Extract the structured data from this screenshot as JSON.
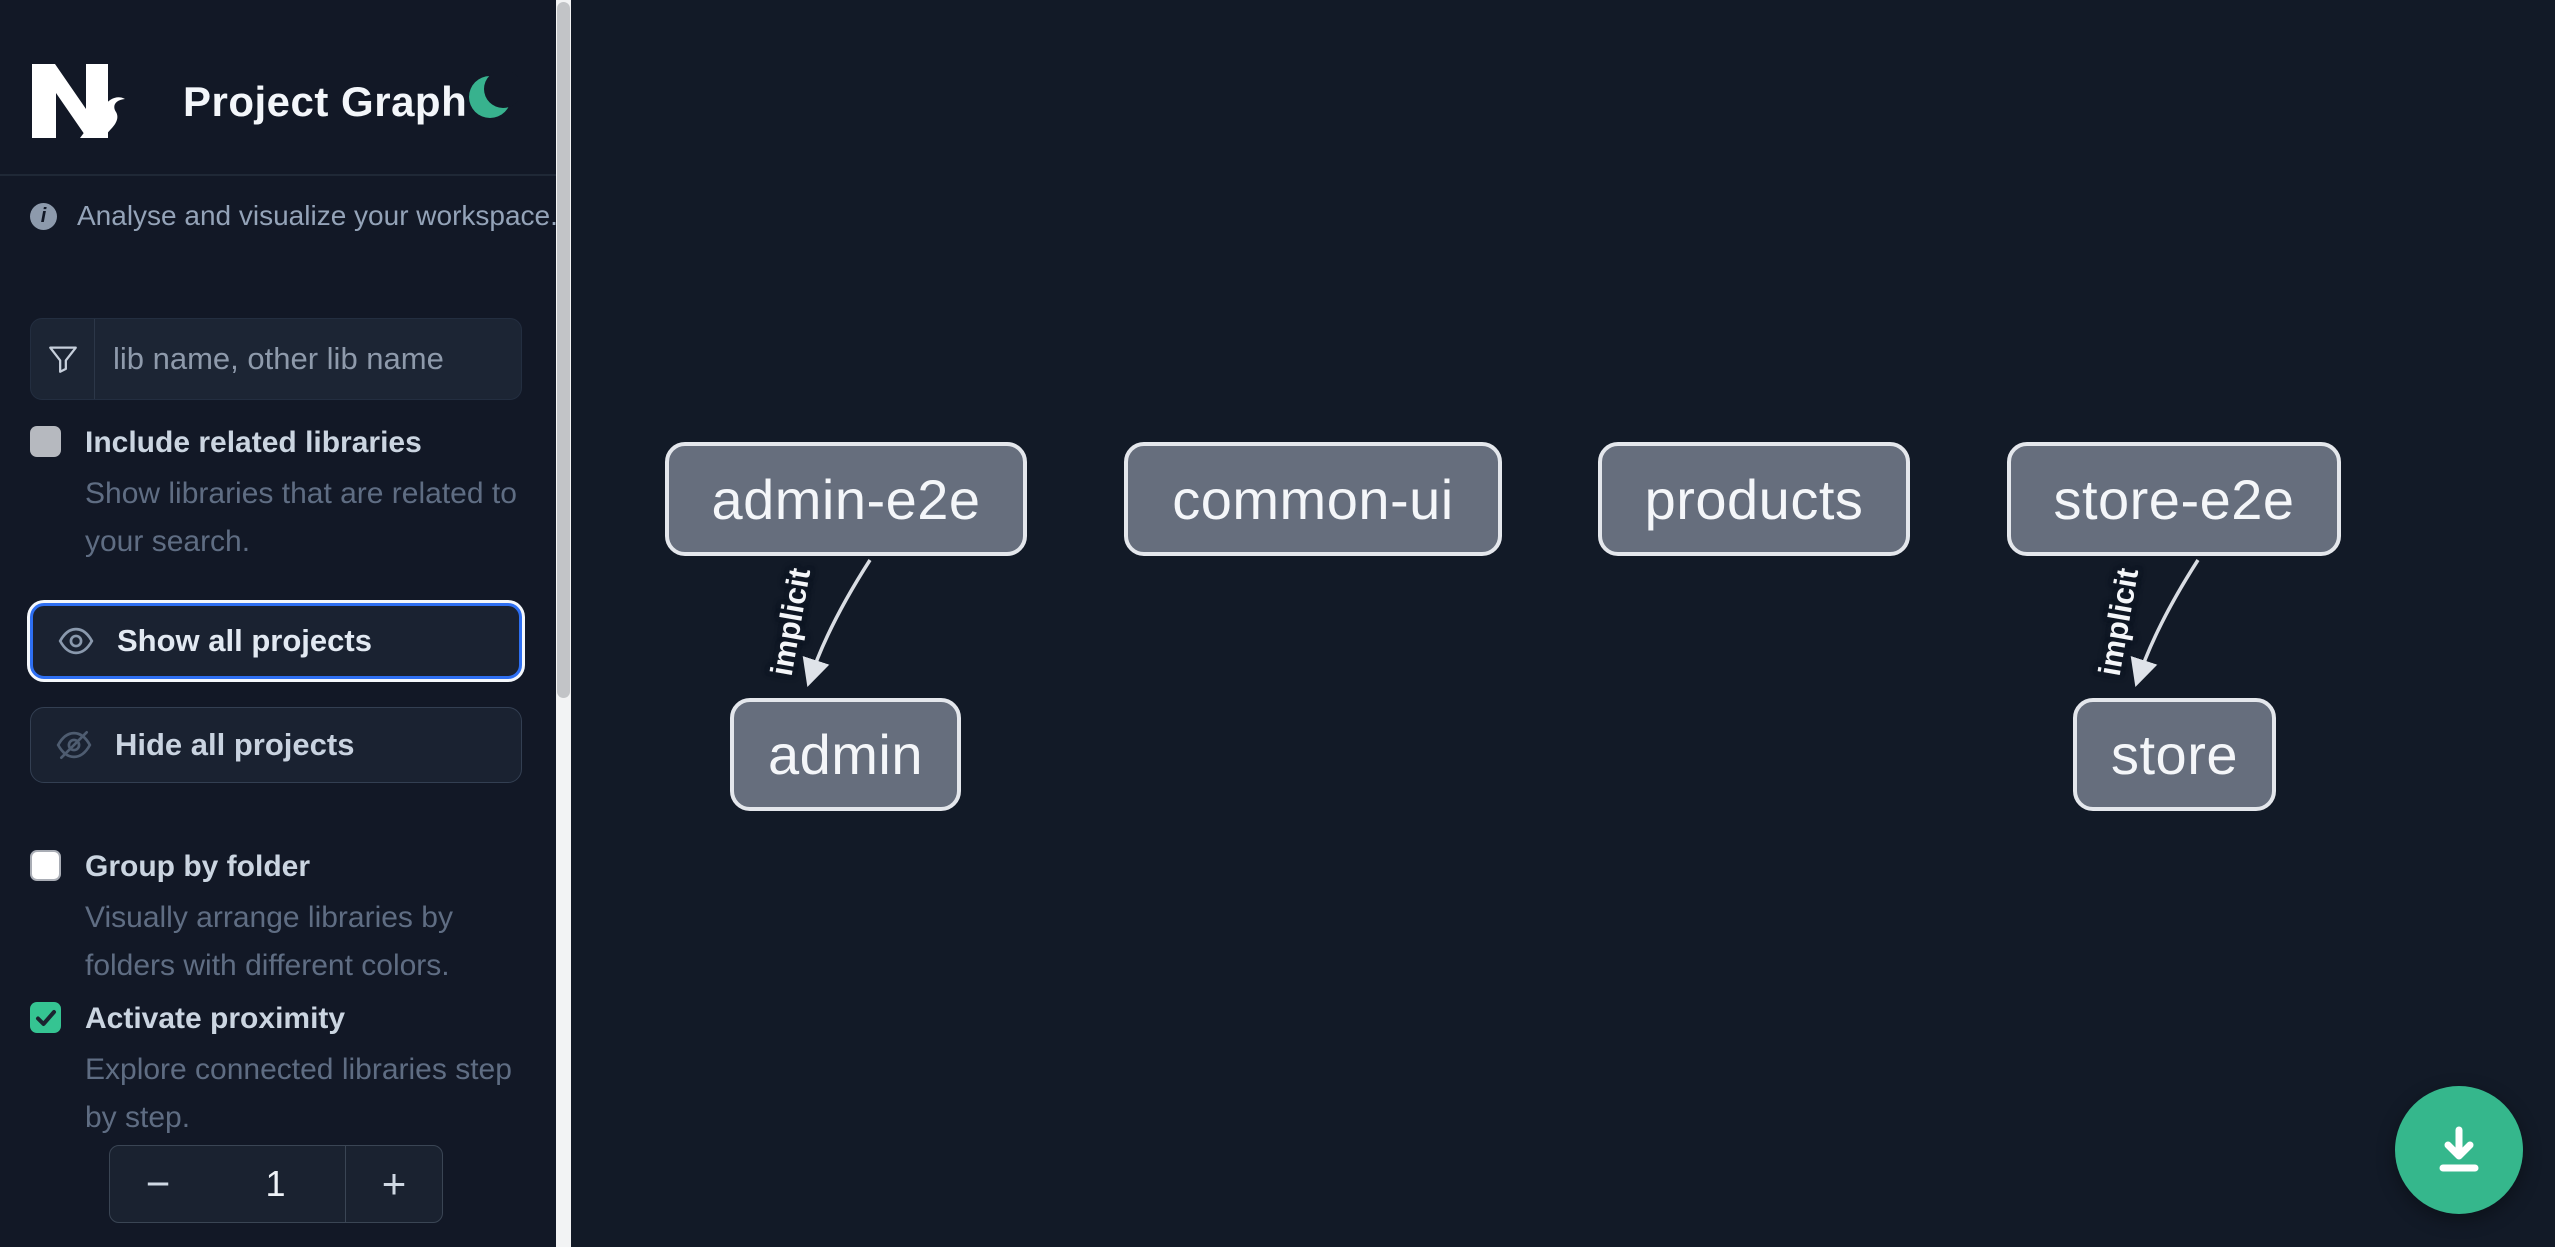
{
  "header": {
    "title": "Project Graph",
    "logo": "nx-logo",
    "theme_toggle_icon": "moon-icon"
  },
  "sidebar": {
    "tagline": "Analyse and visualize your workspace.",
    "search": {
      "icon": "filter-icon",
      "placeholder": "lib name, other lib name",
      "value": ""
    },
    "include_related": {
      "label": "Include related libraries",
      "description": "Show libraries that are related to your search.",
      "checked": false
    },
    "show_all": {
      "label": "Show all projects",
      "icon": "eye-icon"
    },
    "hide_all": {
      "label": "Hide all projects",
      "icon": "eye-off-icon"
    },
    "group_by_folder": {
      "label": "Group by folder",
      "description": "Visually arrange libraries by folders with different colors.",
      "checked": false
    },
    "activate_proximity": {
      "label": "Activate proximity",
      "description": "Explore connected libraries step by step.",
      "checked": true
    },
    "proximity_stepper": {
      "decrement_label": "−",
      "value": "1",
      "increment_label": "+"
    }
  },
  "graph": {
    "nodes": [
      {
        "label": "admin-e2e"
      },
      {
        "label": "common-ui"
      },
      {
        "label": "products"
      },
      {
        "label": "store-e2e"
      },
      {
        "label": "admin"
      },
      {
        "label": "store"
      }
    ],
    "edges": [
      {
        "from": "admin-e2e",
        "to": "admin",
        "label": "implicit"
      },
      {
        "from": "store-e2e",
        "to": "store",
        "label": "implicit"
      }
    ]
  },
  "fab": {
    "icon": "download-icon"
  },
  "colors": {
    "sidebar_bg": "#121826",
    "canvas_bg": "#121a27",
    "accent_teal": "#35b78c",
    "checkbox_checked": "#35c492",
    "focus_blue": "#2e6ff2",
    "node_fill": "#666e7d",
    "node_border": "#e4e7ec",
    "text_primary": "#cbd5e1",
    "text_secondary": "#5f6d83"
  }
}
